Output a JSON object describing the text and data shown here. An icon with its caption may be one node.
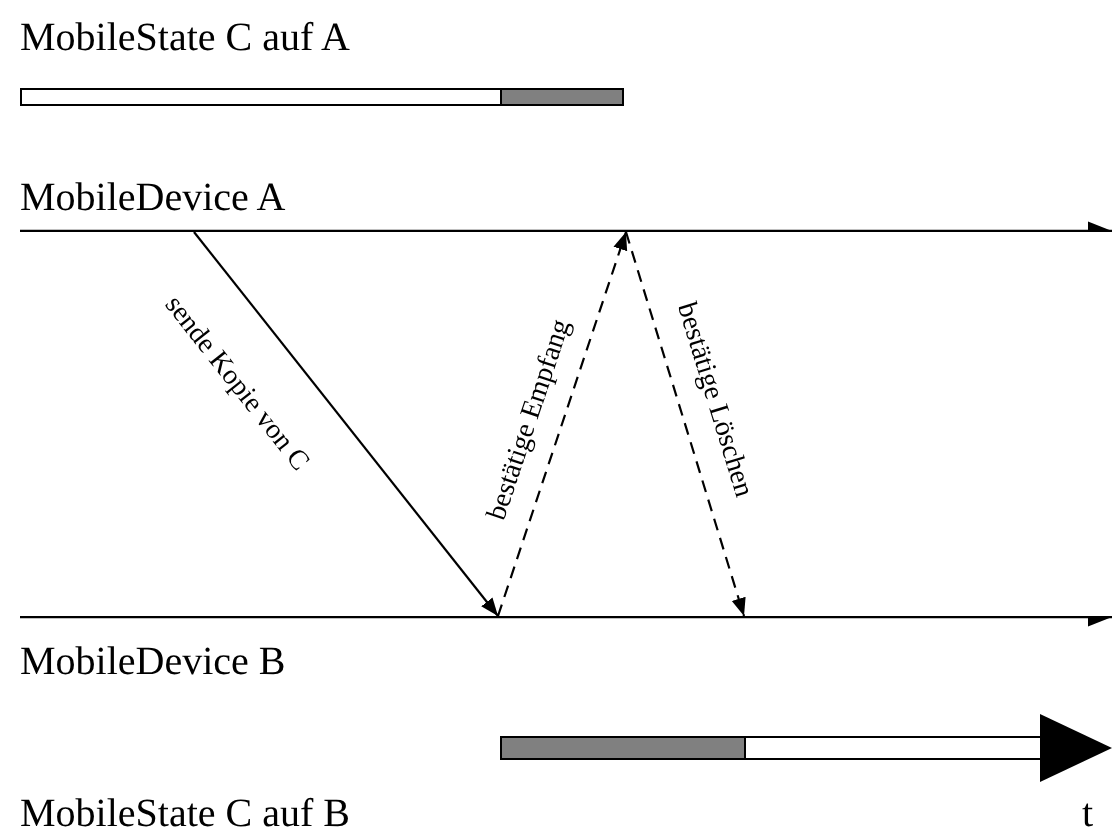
{
  "diagram": {
    "nodes": [
      {
        "text": [
          "MobileState C auf A"
        ]
      },
      {
        "text": [
          "MobileDevice A"
        ]
      },
      {
        "text": [
          "MobileDevice B"
        ]
      },
      {
        "text": [
          "MobileState C auf B"
        ]
      }
    ],
    "edges": [
      {
        "from": 1,
        "to": 2,
        "arrow": "to",
        "label": "sende Kopie von C"
      },
      {
        "from": 2,
        "to": 1,
        "arrow": "to",
        "label": "bestätige Empfang",
        "style": "dashed"
      },
      {
        "from": 1,
        "to": 2,
        "arrow": "to",
        "label": "bestätige Löschen",
        "style": "dashed"
      }
    ],
    "labels": [
      "t"
    ]
  }
}
